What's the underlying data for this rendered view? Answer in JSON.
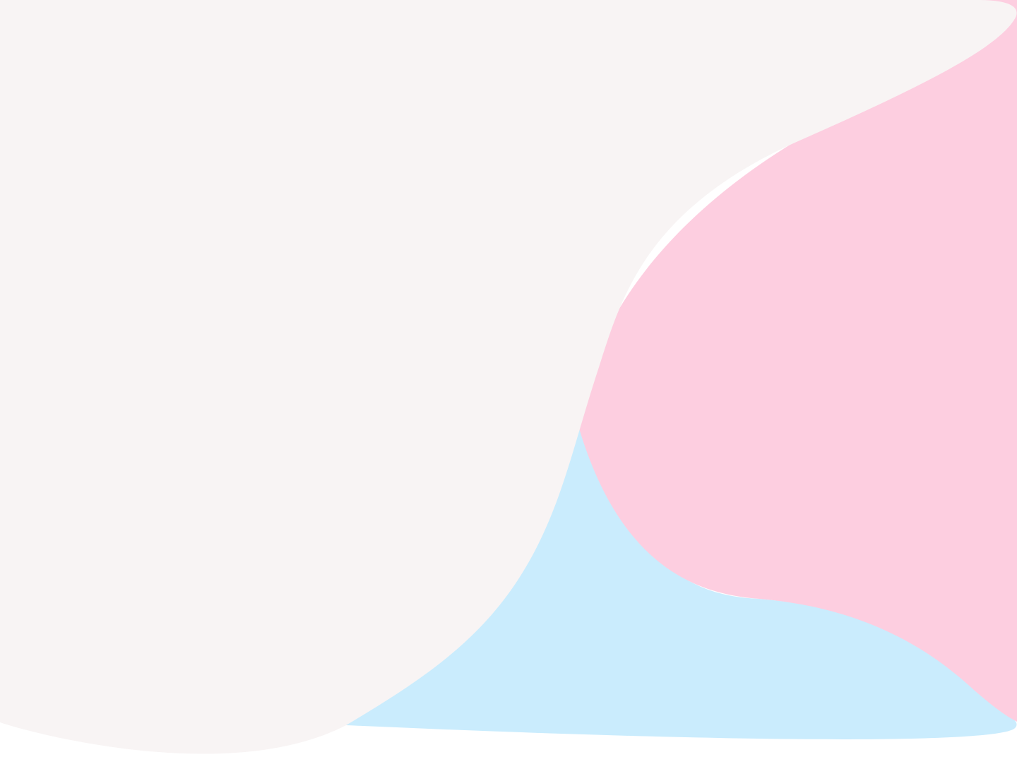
{
  "background": {
    "canvas_color": "#ffffff",
    "shapes": [
      {
        "name": "blue-blob",
        "color": "#caecfd"
      },
      {
        "name": "pink-blob",
        "color": "#fdcee0"
      },
      {
        "name": "cream-blob",
        "color": "#f8f4f4"
      }
    ]
  }
}
